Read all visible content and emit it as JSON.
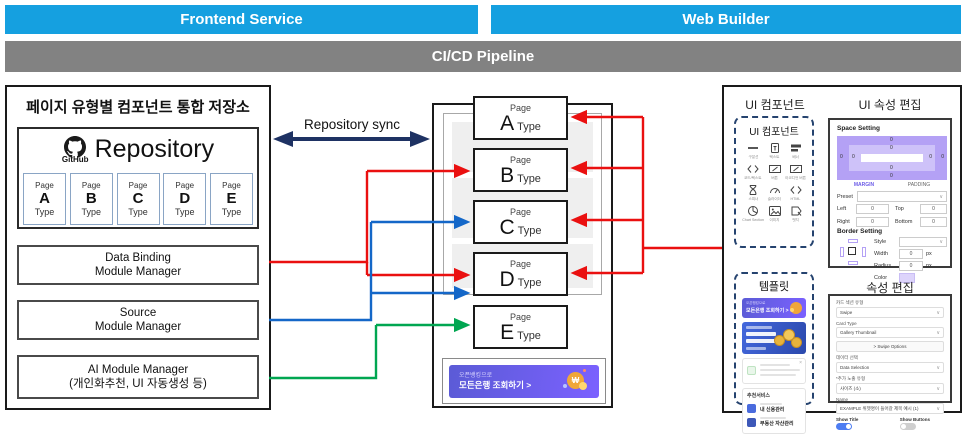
{
  "header": {
    "frontend": "Frontend Service",
    "builder": "Web Builder",
    "pipeline": "CI/CD Pipeline"
  },
  "left": {
    "title": "페이지 유형별 컴포넌트 통합 저장소",
    "github": "GitHub",
    "repository": "Repository",
    "page_word": "Page",
    "type_word": "Type",
    "page_letters": [
      "A",
      "B",
      "C",
      "D",
      "E"
    ],
    "managers": [
      {
        "line1": "Data Binding",
        "line2": "Module Manager"
      },
      {
        "line1": "Source",
        "line2": "Module Manager"
      },
      {
        "line1": "AI Module Manager",
        "line2": "(개인화추천, UI 자동생성 등)"
      }
    ]
  },
  "sync": {
    "label": "Repository sync"
  },
  "center": {
    "page_word": "Page",
    "type_word": "Type",
    "page_letters": [
      "A",
      "B",
      "C",
      "D",
      "E"
    ],
    "banner": {
      "eyebrow": "오픈뱅킹으로",
      "title": "모든은행 조회하기 >",
      "coin_symbol": "₩"
    }
  },
  "right": {
    "components": {
      "title": "UI 컴포넌트",
      "box_title": "UI 컴포넌트",
      "items": [
        {
          "label": "구분선",
          "icon": "divider-icon"
        },
        {
          "label": "텍스트",
          "icon": "text-icon"
        },
        {
          "label": "배너",
          "icon": "banner-icon"
        },
        {
          "label": "코드/텍스트",
          "icon": "code-icon"
        },
        {
          "label": "버튼",
          "icon": "edit-box-icon"
        },
        {
          "label": "아코디언 버튼",
          "icon": "edit-box-icon"
        },
        {
          "label": "스피너",
          "icon": "hourglass-icon"
        },
        {
          "label": "슬라이더",
          "icon": "gauge-icon"
        },
        {
          "label": "HTML",
          "icon": "code-icon"
        },
        {
          "label": "Chart Section",
          "icon": "pie-chart-icon"
        },
        {
          "label": "이미지",
          "icon": "image-icon"
        },
        {
          "label": "뱃지",
          "icon": "shape-icon"
        }
      ]
    },
    "ui_props": {
      "title": "UI 속성 편집",
      "space_setting": "Space Setting",
      "zero": "0",
      "margin": "MARGIN",
      "padding": "PADDING",
      "preset": "Preset",
      "left": "Left",
      "top": "Top",
      "right": "Right",
      "bottom": "Bottom",
      "border_setting": "Border Setting",
      "style": "Style",
      "width": "Width",
      "radius": "Radius",
      "px": "px",
      "color": "Color"
    },
    "templates": {
      "title": "템플릿",
      "banner1": {
        "eyebrow": "오픈뱅킹으로",
        "title": "모든은행 조회하기 >"
      },
      "services": {
        "title": "추천서비스",
        "items": [
          {
            "label": "내 신용관리"
          },
          {
            "label": "부동산 자산관리"
          }
        ]
      }
    },
    "props": {
      "title": "속성 편집",
      "row1_label": "카드 섹션 유형",
      "row1_value": "Swipe",
      "row2_label": "Card Type",
      "row2_value": "Gallery Thumbnail",
      "options_button": "> Swipe Options",
      "row3_label": "데이터 선택",
      "row3_value": "Data Selection",
      "row4_label": "*추가 노출 유형",
      "row4_value": "사이즈 (소)",
      "row5_label": "Name",
      "row5_value": "EXAMPLE 위젯명이 들어갈 제목 예시 (1)",
      "show_title": "Show Title",
      "show_buttons": "Show Buttons"
    }
  },
  "colors": {
    "bar_blue": "#15a0e0",
    "bar_gray": "#828282",
    "arrow_red": "#ea1010",
    "arrow_blue": "#1467c8",
    "arrow_green": "#00a651",
    "arrow_navy": "#1e3263",
    "banner_purple_1": "#5b5bd6",
    "banner_purple_2": "#7b61ff",
    "margin_purple": "#b4a1f5",
    "padding_purple": "#cec2f9"
  }
}
